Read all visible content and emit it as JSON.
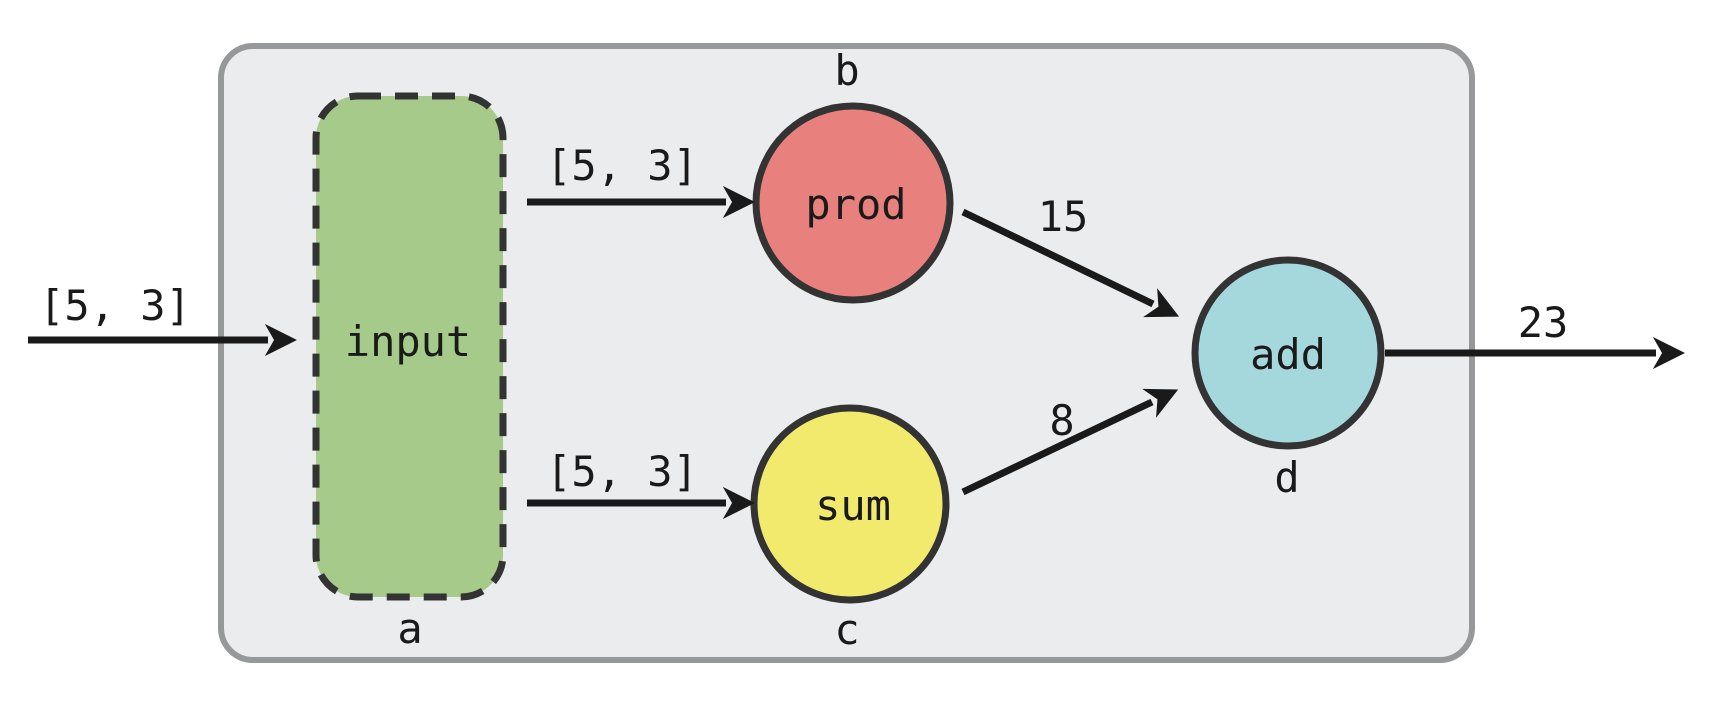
{
  "diagram": {
    "description_colors": {
      "page_background": "#ffffff",
      "container_fill": "#ebeced",
      "container_border": "#97989a",
      "arrow_color": "#1a1a1a",
      "text_color": "#1a1a1a",
      "node_border": "#333333"
    },
    "nodes": {
      "input": {
        "label": "input",
        "var": "a",
        "fill": "#a5ca89",
        "border": "#333333",
        "shape": "dashed-rounded-rect"
      },
      "prod": {
        "label": "prod",
        "var": "b",
        "fill": "#e8817d",
        "border": "#333333",
        "shape": "circle"
      },
      "sum": {
        "label": "sum",
        "var": "c",
        "fill": "#f2ea6d",
        "border": "#333333",
        "shape": "circle"
      },
      "add": {
        "label": "add",
        "var": "d",
        "fill": "#a5d8dd",
        "border": "#333333",
        "shape": "circle"
      }
    },
    "edges": {
      "external_to_input": {
        "label": "[5, 3]"
      },
      "input_to_prod": {
        "label": "[5, 3]"
      },
      "input_to_sum": {
        "label": "[5, 3]"
      },
      "prod_to_add": {
        "label": "15"
      },
      "sum_to_add": {
        "label": "8"
      },
      "add_to_output": {
        "label": "23"
      }
    }
  }
}
